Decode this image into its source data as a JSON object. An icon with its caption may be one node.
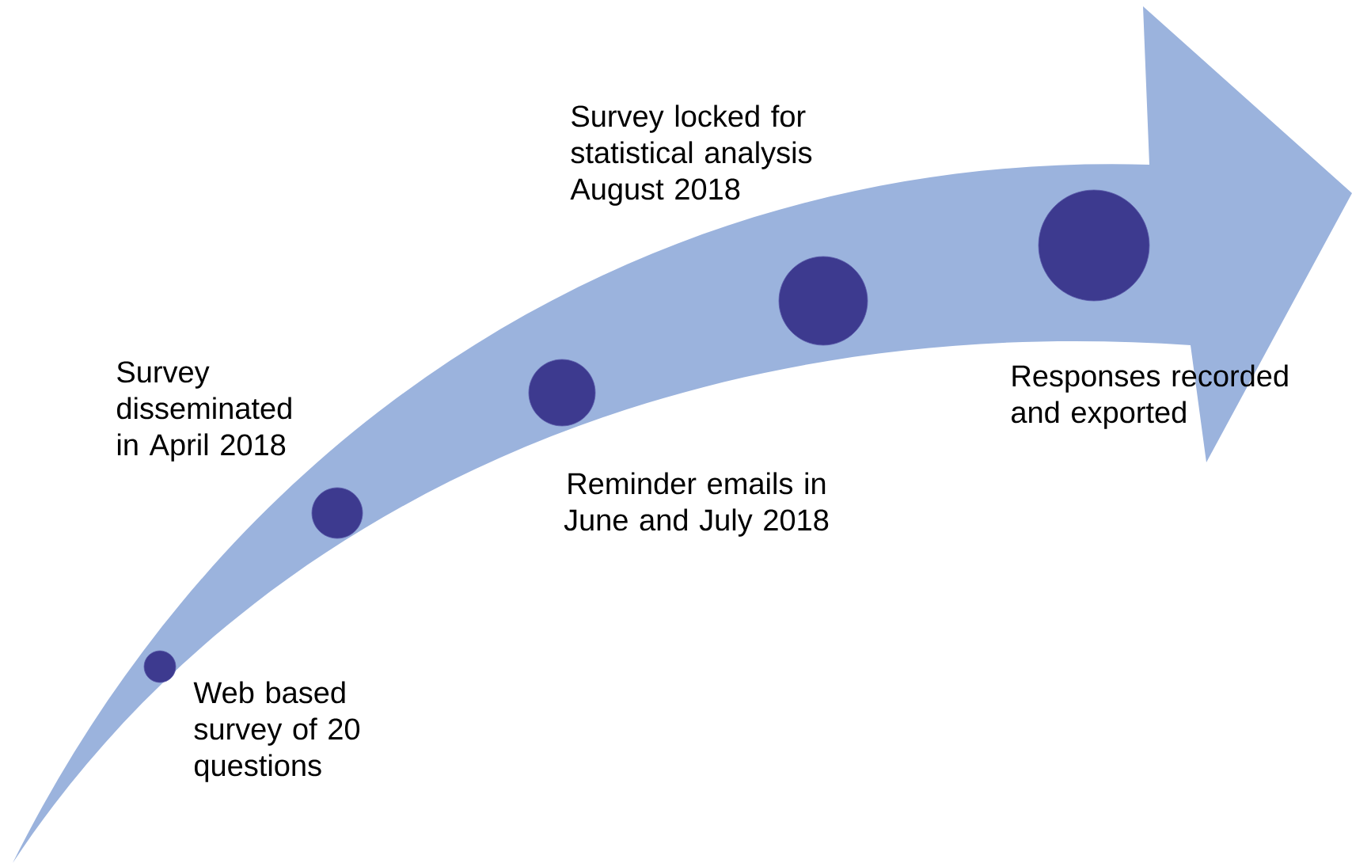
{
  "diagram": {
    "nodes": [
      {
        "text": [],
        "shape": "circle",
        "beside": [
          "Web based survey of 20 questions"
        ]
      },
      {
        "text": [],
        "shape": "circle",
        "beside": [
          "Survey disseminated in April 2018"
        ]
      },
      {
        "text": [],
        "shape": "circle",
        "beside": [
          "Reminder emails in June and July 2018"
        ]
      },
      {
        "text": [],
        "shape": "circle",
        "beside": [
          "Survey locked for statistical analysis August 2018"
        ]
      },
      {
        "text": [],
        "shape": "circle",
        "beside": [
          "Responses recorded and exported"
        ]
      }
    ]
  }
}
